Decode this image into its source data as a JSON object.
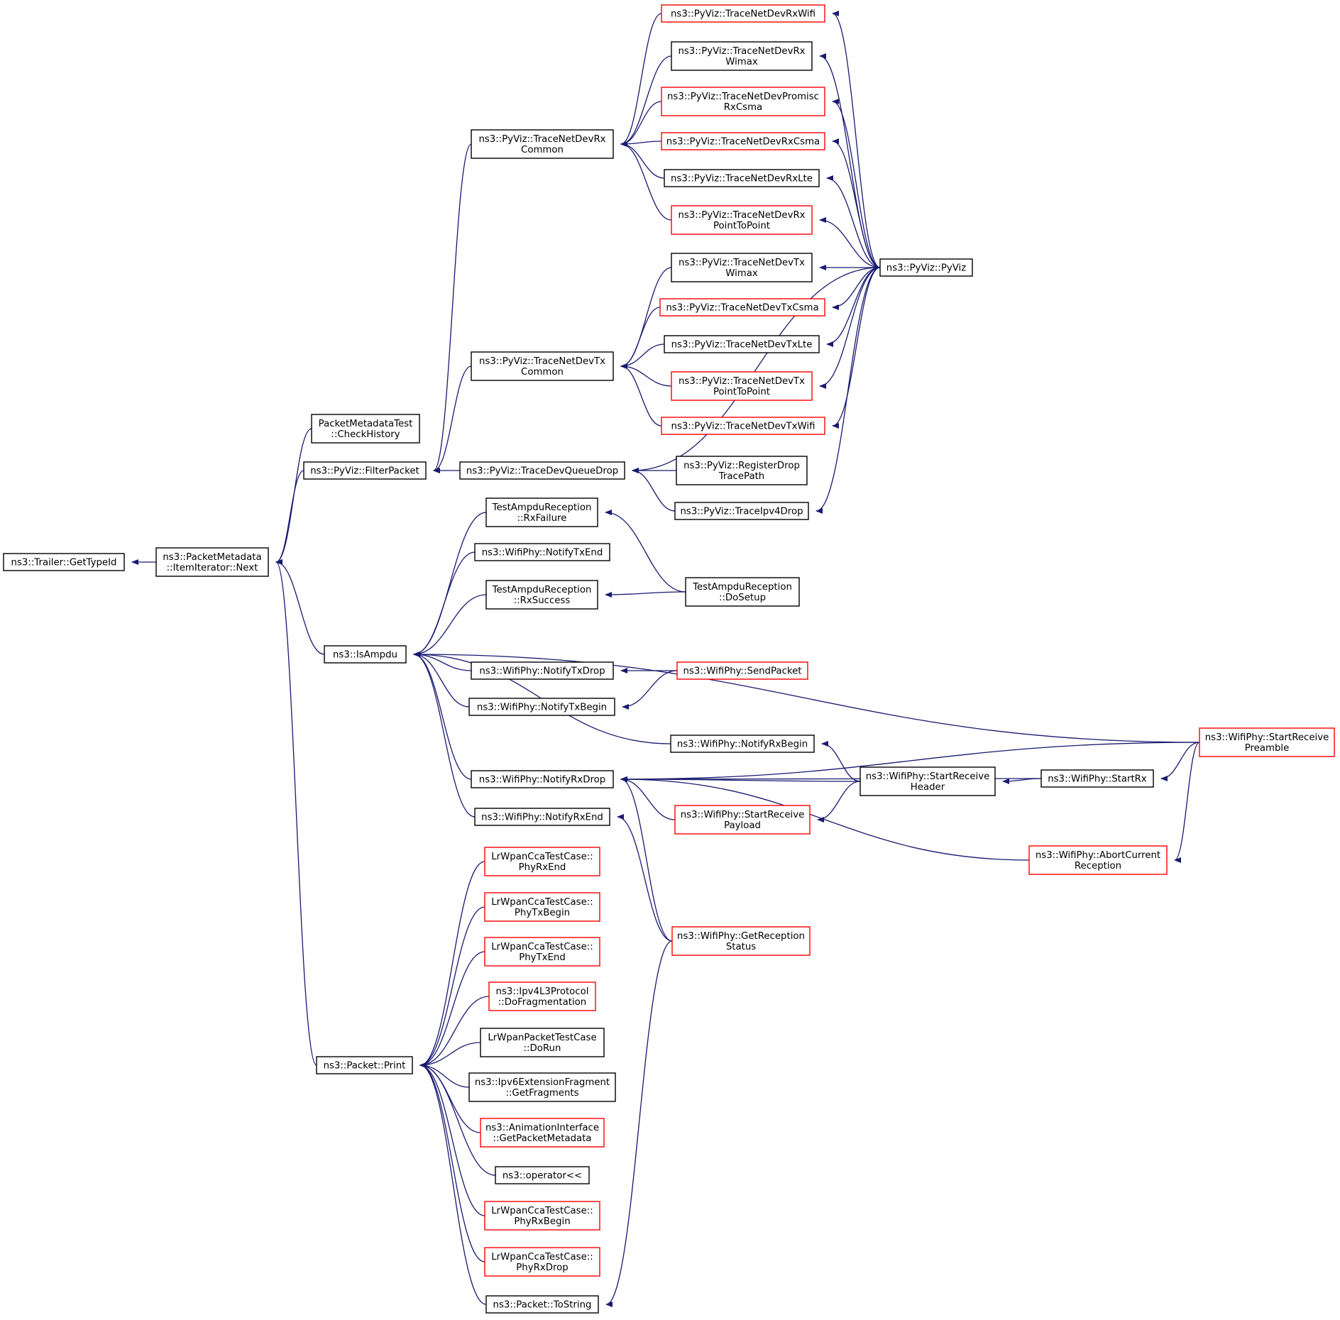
{
  "colors": {
    "edge": "#191970",
    "border_normal": "#000000",
    "border_red": "#ff0000",
    "focus_fill": "#bfbfbf"
  },
  "nodes": [
    {
      "id": "gettypeid",
      "lines": [
        "ns3::Trailer::GetTypeId"
      ],
      "style": "focus"
    },
    {
      "id": "next",
      "lines": [
        "ns3::PacketMetadata",
        "::ItemIterator::Next"
      ],
      "style": "normal"
    },
    {
      "id": "checkhistory",
      "lines": [
        "PacketMetadataTest",
        "::CheckHistory"
      ],
      "style": "normal"
    },
    {
      "id": "filterpacket",
      "lines": [
        "ns3::PyViz::FilterPacket"
      ],
      "style": "normal"
    },
    {
      "id": "isampdu",
      "lines": [
        "ns3::IsAmpdu"
      ],
      "style": "normal"
    },
    {
      "id": "pktprint",
      "lines": [
        "ns3::Packet::Print"
      ],
      "style": "normal"
    },
    {
      "id": "rxcommon",
      "lines": [
        "ns3::PyViz::TraceNetDevRx",
        "Common"
      ],
      "style": "normal"
    },
    {
      "id": "txcommon",
      "lines": [
        "ns3::PyViz::TraceNetDevTx",
        "Common"
      ],
      "style": "normal"
    },
    {
      "id": "queuedrop",
      "lines": [
        "ns3::PyViz::TraceDevQueueDrop"
      ],
      "style": "normal"
    },
    {
      "id": "rxwifi",
      "lines": [
        "ns3::PyViz::TraceNetDevRxWifi"
      ],
      "style": "red"
    },
    {
      "id": "rxwimax",
      "lines": [
        "ns3::PyViz::TraceNetDevRx",
        "Wimax"
      ],
      "style": "normal"
    },
    {
      "id": "rxpromisc",
      "lines": [
        "ns3::PyViz::TraceNetDevPromisc",
        "RxCsma"
      ],
      "style": "red"
    },
    {
      "id": "rxcsma",
      "lines": [
        "ns3::PyViz::TraceNetDevRxCsma"
      ],
      "style": "red"
    },
    {
      "id": "rxlte",
      "lines": [
        "ns3::PyViz::TraceNetDevRxLte"
      ],
      "style": "normal"
    },
    {
      "id": "rxp2p",
      "lines": [
        "ns3::PyViz::TraceNetDevRx",
        "PointToPoint"
      ],
      "style": "red"
    },
    {
      "id": "txwimax",
      "lines": [
        "ns3::PyViz::TraceNetDevTx",
        "Wimax"
      ],
      "style": "normal"
    },
    {
      "id": "txcsma",
      "lines": [
        "ns3::PyViz::TraceNetDevTxCsma"
      ],
      "style": "red"
    },
    {
      "id": "txlte",
      "lines": [
        "ns3::PyViz::TraceNetDevTxLte"
      ],
      "style": "normal"
    },
    {
      "id": "txp2p",
      "lines": [
        "ns3::PyViz::TraceNetDevTx",
        "PointToPoint"
      ],
      "style": "red"
    },
    {
      "id": "txwifi",
      "lines": [
        "ns3::PyViz::TraceNetDevTxWifi"
      ],
      "style": "red"
    },
    {
      "id": "pyviz",
      "lines": [
        "ns3::PyViz::PyViz"
      ],
      "style": "normal"
    },
    {
      "id": "registerdrop",
      "lines": [
        "ns3::PyViz::RegisterDrop",
        "TracePath"
      ],
      "style": "normal"
    },
    {
      "id": "ipv4drop",
      "lines": [
        "ns3::PyViz::TraceIpv4Drop"
      ],
      "style": "normal"
    },
    {
      "id": "rxfailure",
      "lines": [
        "TestAmpduReception",
        "::RxFailure"
      ],
      "style": "normal"
    },
    {
      "id": "notifytxend",
      "lines": [
        "ns3::WifiPhy::NotifyTxEnd"
      ],
      "style": "normal"
    },
    {
      "id": "rxsuccess",
      "lines": [
        "TestAmpduReception",
        "::RxSuccess"
      ],
      "style": "normal"
    },
    {
      "id": "dosetup",
      "lines": [
        "TestAmpduReception",
        "::DoSetup"
      ],
      "style": "normal"
    },
    {
      "id": "notifytxdrop",
      "lines": [
        "ns3::WifiPhy::NotifyTxDrop"
      ],
      "style": "normal"
    },
    {
      "id": "sendpacket",
      "lines": [
        "ns3::WifiPhy::SendPacket"
      ],
      "style": "red"
    },
    {
      "id": "notifytxbegin",
      "lines": [
        "ns3::WifiPhy::NotifyTxBegin"
      ],
      "style": "normal"
    },
    {
      "id": "notifyrxbegin",
      "lines": [
        "ns3::WifiPhy::NotifyRxBegin"
      ],
      "style": "normal"
    },
    {
      "id": "notifyrxdrop",
      "lines": [
        "ns3::WifiPhy::NotifyRxDrop"
      ],
      "style": "normal"
    },
    {
      "id": "notifyrxend",
      "lines": [
        "ns3::WifiPhy::NotifyRxEnd"
      ],
      "style": "normal"
    },
    {
      "id": "startrxheader",
      "lines": [
        "ns3::WifiPhy::StartReceive",
        "Header"
      ],
      "style": "normal"
    },
    {
      "id": "startrx",
      "lines": [
        "ns3::WifiPhy::StartRx"
      ],
      "style": "normal"
    },
    {
      "id": "startrxpreamble",
      "lines": [
        "ns3::WifiPhy::StartReceive",
        "Preamble"
      ],
      "style": "red"
    },
    {
      "id": "startrxpayload",
      "lines": [
        "ns3::WifiPhy::StartReceive",
        "Payload"
      ],
      "style": "red"
    },
    {
      "id": "abortcurrent",
      "lines": [
        "ns3::WifiPhy::AbortCurrent",
        "Reception"
      ],
      "style": "red"
    },
    {
      "id": "getrxstatus",
      "lines": [
        "ns3::WifiPhy::GetReception",
        "Status"
      ],
      "style": "red"
    },
    {
      "id": "phyrxend",
      "lines": [
        "LrWpanCcaTestCase::",
        "PhyRxEnd"
      ],
      "style": "red"
    },
    {
      "id": "phytxbegin",
      "lines": [
        "LrWpanCcaTestCase::",
        "PhyTxBegin"
      ],
      "style": "red"
    },
    {
      "id": "phytxend",
      "lines": [
        "LrWpanCcaTestCase::",
        "PhyTxEnd"
      ],
      "style": "red"
    },
    {
      "id": "dofrag",
      "lines": [
        "ns3::Ipv4L3Protocol",
        "::DoFragmentation"
      ],
      "style": "red"
    },
    {
      "id": "dorun",
      "lines": [
        "LrWpanPacketTestCase",
        "::DoRun"
      ],
      "style": "normal"
    },
    {
      "id": "getfrags",
      "lines": [
        "ns3::Ipv6ExtensionFragment",
        "::GetFragments"
      ],
      "style": "normal"
    },
    {
      "id": "getpktmeta",
      "lines": [
        "ns3::AnimationInterface",
        "::GetPacketMetadata"
      ],
      "style": "red"
    },
    {
      "id": "operator",
      "lines": [
        "ns3::operator<<"
      ],
      "style": "normal"
    },
    {
      "id": "phyrxbegin",
      "lines": [
        "LrWpanCcaTestCase::",
        "PhyRxBegin"
      ],
      "style": "red"
    },
    {
      "id": "phyrxdrop",
      "lines": [
        "LrWpanCcaTestCase::",
        "PhyRxDrop"
      ],
      "style": "red"
    },
    {
      "id": "tostring",
      "lines": [
        "ns3::Packet::ToString"
      ],
      "style": "normal"
    }
  ],
  "edges": [
    [
      "gettypeid",
      "next"
    ],
    [
      "next",
      "checkhistory"
    ],
    [
      "next",
      "filterpacket"
    ],
    [
      "next",
      "isampdu"
    ],
    [
      "next",
      "pktprint"
    ],
    [
      "filterpacket",
      "rxcommon"
    ],
    [
      "filterpacket",
      "txcommon"
    ],
    [
      "filterpacket",
      "queuedrop"
    ],
    [
      "rxcommon",
      "rxwifi"
    ],
    [
      "rxcommon",
      "rxwimax"
    ],
    [
      "rxcommon",
      "rxpromisc"
    ],
    [
      "rxcommon",
      "rxcsma"
    ],
    [
      "rxcommon",
      "rxlte"
    ],
    [
      "rxcommon",
      "rxp2p"
    ],
    [
      "txcommon",
      "txwimax"
    ],
    [
      "txcommon",
      "txcsma"
    ],
    [
      "txcommon",
      "txlte"
    ],
    [
      "txcommon",
      "txp2p"
    ],
    [
      "txcommon",
      "txwifi"
    ],
    [
      "rxwifi",
      "pyviz"
    ],
    [
      "rxwimax",
      "pyviz"
    ],
    [
      "rxpromisc",
      "pyviz"
    ],
    [
      "rxcsma",
      "pyviz"
    ],
    [
      "rxlte",
      "pyviz"
    ],
    [
      "rxp2p",
      "pyviz"
    ],
    [
      "txwimax",
      "pyviz"
    ],
    [
      "txcsma",
      "pyviz"
    ],
    [
      "txlte",
      "pyviz"
    ],
    [
      "txp2p",
      "pyviz"
    ],
    [
      "txwifi",
      "pyviz"
    ],
    [
      "queuedrop",
      "registerdrop"
    ],
    [
      "queuedrop",
      "ipv4drop"
    ],
    [
      "queuedrop",
      "pyviz"
    ],
    [
      "ipv4drop",
      "pyviz"
    ],
    [
      "isampdu",
      "rxfailure"
    ],
    [
      "isampdu",
      "notifytxend"
    ],
    [
      "isampdu",
      "rxsuccess"
    ],
    [
      "isampdu",
      "startrxpreamble"
    ],
    [
      "isampdu",
      "notifytxdrop"
    ],
    [
      "isampdu",
      "notifytxbegin"
    ],
    [
      "isampdu",
      "notifyrxbegin"
    ],
    [
      "isampdu",
      "notifyrxdrop"
    ],
    [
      "isampdu",
      "notifyrxend"
    ],
    [
      "rxfailure",
      "dosetup"
    ],
    [
      "rxsuccess",
      "dosetup"
    ],
    [
      "notifytxdrop",
      "sendpacket"
    ],
    [
      "notifytxbegin",
      "sendpacket"
    ],
    [
      "notifyrxbegin",
      "startrxheader"
    ],
    [
      "notifyrxdrop",
      "startrxpreamble"
    ],
    [
      "notifyrxdrop",
      "startrxheader"
    ],
    [
      "notifyrxdrop",
      "startrxpayload"
    ],
    [
      "notifyrxdrop",
      "startrx"
    ],
    [
      "notifyrxdrop",
      "abortcurrent"
    ],
    [
      "notifyrxdrop",
      "getrxstatus"
    ],
    [
      "notifyrxend",
      "getrxstatus"
    ],
    [
      "startrxpayload",
      "startrxheader"
    ],
    [
      "startrxheader",
      "startrx"
    ],
    [
      "startrx",
      "startrxpreamble"
    ],
    [
      "abortcurrent",
      "startrxpreamble"
    ],
    [
      "pktprint",
      "phyrxend"
    ],
    [
      "pktprint",
      "phytxbegin"
    ],
    [
      "pktprint",
      "phytxend"
    ],
    [
      "pktprint",
      "dofrag"
    ],
    [
      "pktprint",
      "dorun"
    ],
    [
      "pktprint",
      "getfrags"
    ],
    [
      "pktprint",
      "getpktmeta"
    ],
    [
      "pktprint",
      "operator"
    ],
    [
      "pktprint",
      "phyrxbegin"
    ],
    [
      "pktprint",
      "phyrxdrop"
    ],
    [
      "pktprint",
      "tostring"
    ],
    [
      "tostring",
      "getrxstatus"
    ]
  ]
}
